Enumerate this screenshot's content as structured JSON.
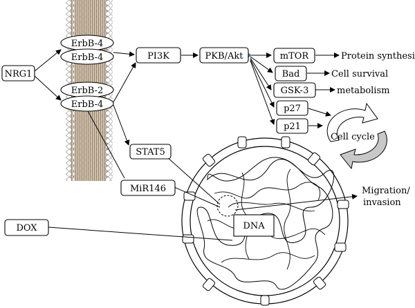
{
  "receptors": [
    "ErbB-4",
    "ErbB-4",
    "ErbB-2",
    "ErbB-4"
  ],
  "nodes": {
    "nrg1": "NRG1",
    "pi3k": "PI3K",
    "pkb": "PKB/Akt",
    "mtor": "mTOR",
    "bad": "Bad",
    "gsk3": "GSK-3",
    "p27": "p27",
    "p21": "p21",
    "stat5": "STAT5",
    "mir146": "MiR146",
    "dox": "DOX",
    "dna": "DNA"
  },
  "outputs": {
    "protein_synthesis": "Protein synthesis",
    "cell_survival": "Cell survival",
    "metabolism": "metabolism",
    "cell_cycle": "Cell cycle",
    "migration_line1": "Migration/",
    "migration_line2": "invasion"
  },
  "colors": {
    "membrane": "#b8a48a",
    "arrow_accent": "#4a74a8",
    "cycle_arrow": "#c8c8c8"
  }
}
